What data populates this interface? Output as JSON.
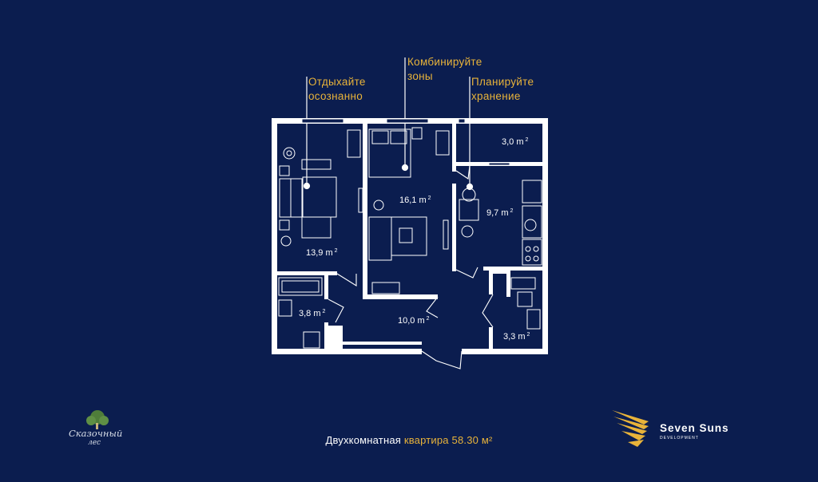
{
  "callouts": {
    "rest": [
      "Отдыхайте",
      "осознанно"
    ],
    "combine": [
      "Комбинируйте",
      "зоны"
    ],
    "storage": [
      "Планируйте",
      "хранение"
    ]
  },
  "rooms": {
    "storage_small": "3,0 m",
    "bedroom": "16,1 m",
    "kitchen": "9,7 m",
    "living": "13,9 m",
    "bathroom": "3,8 m",
    "hall": "10,0 m",
    "wc": "3,3 m",
    "sup": "2"
  },
  "caption": {
    "prefix": "Двухкомнатная",
    "highlight": "квартира 58.30 м²"
  },
  "brands": {
    "left_line1": "Сказочный",
    "left_line2": "лес",
    "right_name": "Seven Suns",
    "right_sub": "DEVELOPMENT"
  },
  "colors": {
    "background": "#0b1d4f",
    "accent": "#e8b33a",
    "walls": "#ffffff"
  }
}
